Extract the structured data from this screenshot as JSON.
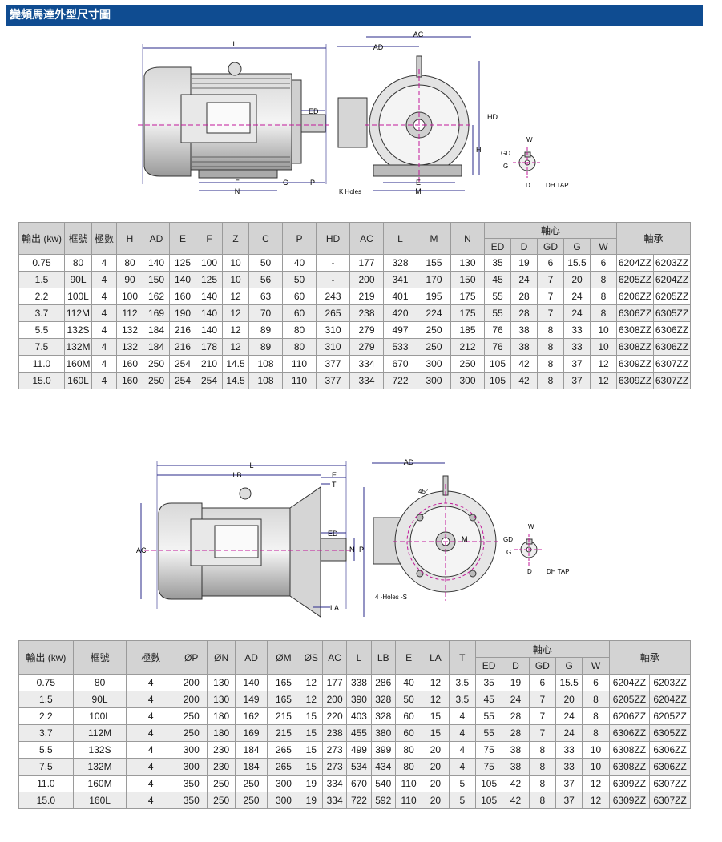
{
  "title": "變頻馬達外型尺寸圖",
  "drawing1": {
    "labels": {
      "L": "L",
      "ED": "ED",
      "F": "F",
      "C": "C",
      "P": "P",
      "N": "N",
      "AC": "AC",
      "AD": "AD",
      "HD": "HD",
      "H": "H",
      "E": "E",
      "M": "M",
      "K": "K Holes",
      "W": "W",
      "GD": "GD",
      "G": "G",
      "D": "D",
      "DH": "DH TAP"
    }
  },
  "drawing2": {
    "labels": {
      "L": "L",
      "LB": "LB",
      "E": "E",
      "T": "T",
      "ED": "ED",
      "N": "N",
      "P": "P",
      "AC": "AC",
      "LA": "LA",
      "AD": "AD",
      "deg": "45°",
      "M": "M",
      "S": "4 -Holes -S",
      "W": "W",
      "GD": "GD",
      "G": "G",
      "D": "D",
      "DH": "DH TAP"
    }
  },
  "table1": {
    "headers": [
      "輸出 (kw)",
      "框號",
      "極數",
      "H",
      "AD",
      "E",
      "F",
      "Z",
      "C",
      "P",
      "HD",
      "AC",
      "L",
      "M",
      "N"
    ],
    "shaft_group": "軸心",
    "shaft_headers": [
      "ED",
      "D",
      "GD",
      "G",
      "W"
    ],
    "bearing": "軸承",
    "rows": [
      [
        "0.75",
        "80",
        "4",
        "80",
        "140",
        "125",
        "100",
        "10",
        "50",
        "40",
        "-",
        "177",
        "328",
        "155",
        "130",
        "35",
        "19",
        "6",
        "15.5",
        "6",
        "6204ZZ",
        "6203ZZ"
      ],
      [
        "1.5",
        "90L",
        "4",
        "90",
        "150",
        "140",
        "125",
        "10",
        "56",
        "50",
        "-",
        "200",
        "341",
        "170",
        "150",
        "45",
        "24",
        "7",
        "20",
        "8",
        "6205ZZ",
        "6204ZZ"
      ],
      [
        "2.2",
        "100L",
        "4",
        "100",
        "162",
        "160",
        "140",
        "12",
        "63",
        "60",
        "243",
        "219",
        "401",
        "195",
        "175",
        "55",
        "28",
        "7",
        "24",
        "8",
        "6206ZZ",
        "6205ZZ"
      ],
      [
        "3.7",
        "112M",
        "4",
        "112",
        "169",
        "190",
        "140",
        "12",
        "70",
        "60",
        "265",
        "238",
        "420",
        "224",
        "175",
        "55",
        "28",
        "7",
        "24",
        "8",
        "6306ZZ",
        "6305ZZ"
      ],
      [
        "5.5",
        "132S",
        "4",
        "132",
        "184",
        "216",
        "140",
        "12",
        "89",
        "80",
        "310",
        "279",
        "497",
        "250",
        "185",
        "76",
        "38",
        "8",
        "33",
        "10",
        "6308ZZ",
        "6306ZZ"
      ],
      [
        "7.5",
        "132M",
        "4",
        "132",
        "184",
        "216",
        "178",
        "12",
        "89",
        "80",
        "310",
        "279",
        "533",
        "250",
        "212",
        "76",
        "38",
        "8",
        "33",
        "10",
        "6308ZZ",
        "6306ZZ"
      ],
      [
        "11.0",
        "160M",
        "4",
        "160",
        "250",
        "254",
        "210",
        "14.5",
        "108",
        "110",
        "377",
        "334",
        "670",
        "300",
        "250",
        "105",
        "42",
        "8",
        "37",
        "12",
        "6309ZZ",
        "6307ZZ"
      ],
      [
        "15.0",
        "160L",
        "4",
        "160",
        "250",
        "254",
        "254",
        "14.5",
        "108",
        "110",
        "377",
        "334",
        "722",
        "300",
        "300",
        "105",
        "42",
        "8",
        "37",
        "12",
        "6309ZZ",
        "6307ZZ"
      ]
    ]
  },
  "table2": {
    "headers": [
      "輸出 (kw)",
      "框號",
      "極數",
      "ØP",
      "ØN",
      "AD",
      "ØM",
      "ØS",
      "AC",
      "L",
      "LB",
      "E",
      "LA",
      "T"
    ],
    "shaft_group": "軸心",
    "shaft_headers": [
      "ED",
      "D",
      "GD",
      "G",
      "W"
    ],
    "bearing": "軸承",
    "rows": [
      [
        "0.75",
        "80",
        "4",
        "200",
        "130",
        "140",
        "165",
        "12",
        "177",
        "338",
        "286",
        "40",
        "12",
        "3.5",
        "35",
        "19",
        "6",
        "15.5",
        "6",
        "6204ZZ",
        "6203ZZ"
      ],
      [
        "1.5",
        "90L",
        "4",
        "200",
        "130",
        "149",
        "165",
        "12",
        "200",
        "390",
        "328",
        "50",
        "12",
        "3.5",
        "45",
        "24",
        "7",
        "20",
        "8",
        "6205ZZ",
        "6204ZZ"
      ],
      [
        "2.2",
        "100L",
        "4",
        "250",
        "180",
        "162",
        "215",
        "15",
        "220",
        "403",
        "328",
        "60",
        "15",
        "4",
        "55",
        "28",
        "7",
        "24",
        "8",
        "6206ZZ",
        "6205ZZ"
      ],
      [
        "3.7",
        "112M",
        "4",
        "250",
        "180",
        "169",
        "215",
        "15",
        "238",
        "455",
        "380",
        "60",
        "15",
        "4",
        "55",
        "28",
        "7",
        "24",
        "8",
        "6306ZZ",
        "6305ZZ"
      ],
      [
        "5.5",
        "132S",
        "4",
        "300",
        "230",
        "184",
        "265",
        "15",
        "273",
        "499",
        "399",
        "80",
        "20",
        "4",
        "75",
        "38",
        "8",
        "33",
        "10",
        "6308ZZ",
        "6306ZZ"
      ],
      [
        "7.5",
        "132M",
        "4",
        "300",
        "230",
        "184",
        "265",
        "15",
        "273",
        "534",
        "434",
        "80",
        "20",
        "4",
        "75",
        "38",
        "8",
        "33",
        "10",
        "6308ZZ",
        "6306ZZ"
      ],
      [
        "11.0",
        "160M",
        "4",
        "350",
        "250",
        "250",
        "300",
        "19",
        "334",
        "670",
        "540",
        "110",
        "20",
        "5",
        "105",
        "42",
        "8",
        "37",
        "12",
        "6309ZZ",
        "6307ZZ"
      ],
      [
        "15.0",
        "160L",
        "4",
        "350",
        "250",
        "250",
        "300",
        "19",
        "334",
        "722",
        "592",
        "110",
        "20",
        "5",
        "105",
        "42",
        "8",
        "37",
        "12",
        "6309ZZ",
        "6307ZZ"
      ]
    ]
  }
}
